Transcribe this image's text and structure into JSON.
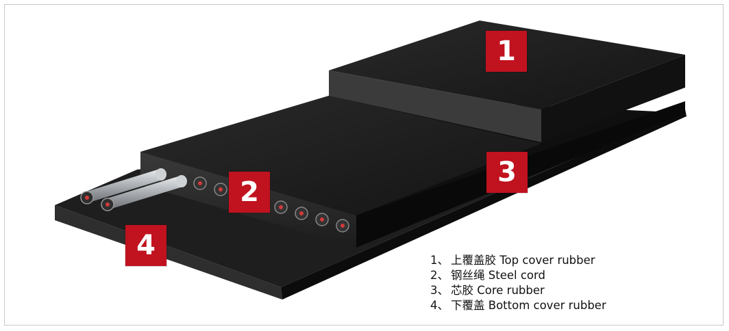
{
  "badges": [
    {
      "number": "1"
    },
    {
      "number": "2"
    },
    {
      "number": "3"
    },
    {
      "number": "4"
    }
  ],
  "legend": [
    {
      "index": "1、",
      "label": "上覆盖胶 Top cover rubber"
    },
    {
      "index": "2、",
      "label": "钢丝绳 Steel cord"
    },
    {
      "index": "3、",
      "label": "芯胶 Core rubber"
    },
    {
      "index": "4、",
      "label": "下覆盖 Bottom cover rubber"
    }
  ],
  "colors": {
    "badge_red": "#c1121f",
    "rubber_dark": "#1a1a1a",
    "steel": "#b9bcc0",
    "cord_red": "#d23a3a"
  }
}
